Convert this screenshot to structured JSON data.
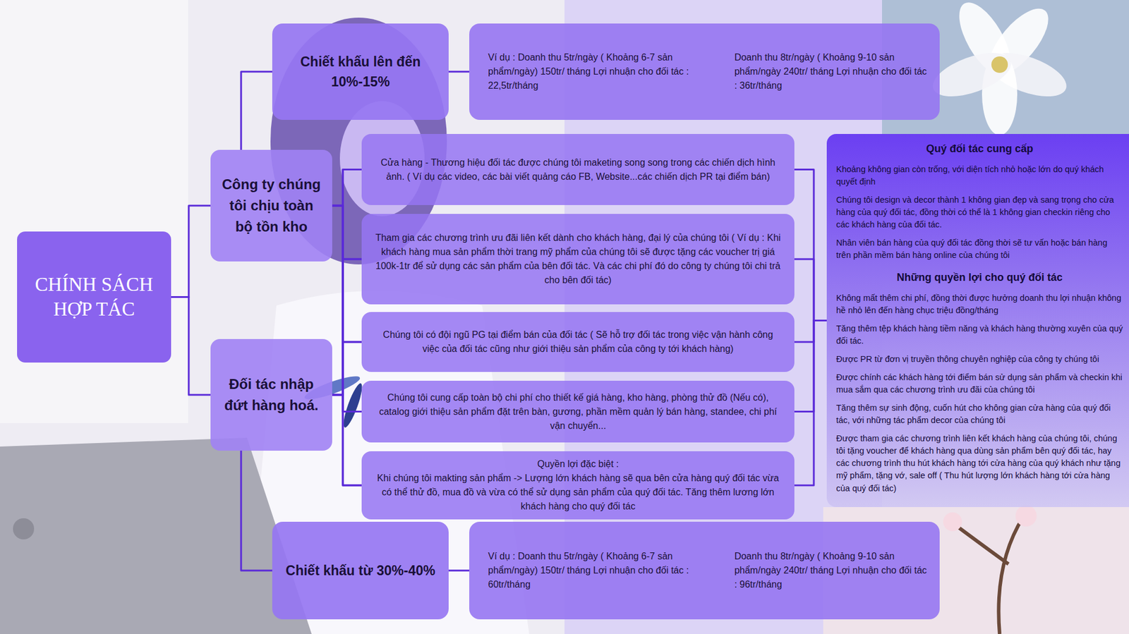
{
  "diagram": {
    "nodes": [
      {
        "text": [
          "CHÍNH SÁCH HỢP TÁC"
        ]
      },
      {
        "text": [
          "Chiết khấu lên đến 10%-15%"
        ]
      },
      {
        "text": [
          "Ví dụ : Doanh thu 5tr/ngày ( Khoảng 6-7 sản phẩm/ngày) 150tr/ tháng Lợi nhuận cho đối tác : 22,5tr/tháng",
          "Doanh thu 8tr/ngày ( Khoảng 9-10 sản phẩm/ngày 240tr/ tháng Lợi nhuận cho đối tác : 36tr/tháng"
        ]
      },
      {
        "text": [
          "Công ty chúng tôi chịu toàn bộ tồn kho"
        ]
      },
      {
        "text": [
          "Đối tác nhập đứt hàng hoá."
        ]
      },
      {
        "text": [
          "Cửa hàng - Thương hiệu đối tác được chúng tôi maketing song song trong các chiến dịch hình ảnh. ( Ví dụ các video, các bài viết quảng cáo FB, Website...các chiến dịch PR tại điểm bán)"
        ]
      },
      {
        "text": [
          "Tham gia các chương trình ưu đãi liên kết dành cho khách hàng, đại lý của chúng tôi ( Ví dụ : Khi khách hàng mua sản phẩm thời trang mỹ phẩm của chúng tôi sẽ được tặng các voucher trị giá 100k-1tr để sử dụng các sản phẩm của bên đối tác. Và các chi phí đó do công ty chúng tôi chi trả cho bên đối tác)"
        ]
      },
      {
        "text": [
          "Chúng tôi có đội ngũ PG tại điểm bán của đối tác ( Sẽ hỗ trợ đối tác trong việc vận hành công việc của đối tác cũng như giới thiệu sản phẩm của công ty tới khách hàng)"
        ]
      },
      {
        "text": [
          "Chúng tôi cung cấp toàn bộ chi phí cho thiết kế giá hàng, kho hàng, phòng thử đồ (Nếu có), catalog giới thiệu sản phẩm đặt trên bàn, gương, phần mềm quản lý bán hàng, standee, chi phí vận chuyển..."
        ]
      },
      {
        "text": [
          "Quyền lợi đặc biệt :",
          "Khi chúng tôi makting sản phẩm -> Lượng lớn khách hàng sẽ qua bên cửa hàng quý đối tác vừa có thể thử đồ, mua đồ và vừa có thể sử dụng sản phẩm của quý đối tác. Tăng thêm lương lớn khách hàng cho quý đối tác"
        ]
      },
      {
        "text": [
          "Chiết khấu từ 30%-40%"
        ]
      },
      {
        "text": [
          "Ví dụ : Doanh thu 5tr/ngày ( Khoảng 6-7 sản phẩm/ngày) 150tr/ tháng Lợi nhuận cho đối tác : 60tr/tháng",
          "Doanh thu 8tr/ngày ( Khoảng 9-10 sản phẩm/ngày 240tr/ tháng Lợi nhuận cho đối tác : 96tr/tháng"
        ]
      },
      {
        "text": [
          "Quý đối tác cung cấp",
          "Khoảng không gian còn trống, với diện tích nhỏ hoặc lớn do quý khách quyết định",
          "Chúng tôi design và decor thành 1 không gian đẹp và sang trọng cho cửa hàng của quý đối tác, đồng thời có thể là 1 không gian checkin riêng cho các khách hàng của đối tác.",
          "Nhân viên bán hàng của quý đối tác đồng thời sẽ tư vấn hoặc bán hàng trên phần mềm bán hàng online của chúng tôi",
          "Những quyền lợi cho quý đối tác",
          "Không mất thêm chi phí, đồng thời được hưởng doanh thu lợi nhuận không hề nhỏ lên đến hàng chục triệu đồng/tháng",
          "Tăng thêm tệp khách hàng tiềm năng và khách hàng thường xuyên của quý đối tác.",
          "Được PR từ đơn vị truyền thông chuyên nghiệp của công ty chúng tôi",
          "Được chính các khách hàng tới điểm bán sử dụng sản phẩm và checkin khi mua sắm qua các chương trình ưu đãi của chúng tôi",
          "Tăng thêm sự sinh động, cuốn hút cho không gian cửa hàng của quý đối tác, với những tác phẩm decor của chúng tôi",
          "Được tham gia các chương trình liên kết khách hàng của chúng tôi, chúng tôi tặng voucher để khách hàng qua dùng sản phẩm bên quý đối tác, hay các chương trình thu hút khách hàng tới cửa hàng của quý khách như tặng mỹ phẩm, tặng vớ, sale off ( Thu hút lượng lớn khách hàng tới cửa hàng của quý đối tác)"
        ]
      }
    ],
    "edges": [
      {
        "from": 0,
        "to": 3,
        "arrow": "none"
      },
      {
        "from": 0,
        "to": 4,
        "arrow": "none"
      },
      {
        "from": 3,
        "to": 1,
        "arrow": "none"
      },
      {
        "from": 1,
        "to": 2,
        "arrow": "none"
      },
      {
        "from": 3,
        "to": 5,
        "arrow": "none"
      },
      {
        "from": 3,
        "to": 6,
        "arrow": "none"
      },
      {
        "from": 3,
        "to": 7,
        "arrow": "none"
      },
      {
        "from": 3,
        "to": 8,
        "arrow": "none"
      },
      {
        "from": 3,
        "to": 9,
        "arrow": "none"
      },
      {
        "from": 4,
        "to": 5,
        "arrow": "none"
      },
      {
        "from": 4,
        "to": 6,
        "arrow": "none"
      },
      {
        "from": 4,
        "to": 7,
        "arrow": "none"
      },
      {
        "from": 4,
        "to": 8,
        "arrow": "none"
      },
      {
        "from": 4,
        "to": 9,
        "arrow": "none"
      },
      {
        "from": 4,
        "to": 10,
        "arrow": "none"
      },
      {
        "from": 10,
        "to": 11,
        "arrow": "none"
      },
      {
        "from": 5,
        "to": 12,
        "arrow": "none"
      },
      {
        "from": 6,
        "to": 12,
        "arrow": "none"
      },
      {
        "from": 7,
        "to": 12,
        "arrow": "none"
      },
      {
        "from": 8,
        "to": 12,
        "arrow": "none"
      },
      {
        "from": 9,
        "to": 12,
        "arrow": "none"
      }
    ]
  }
}
